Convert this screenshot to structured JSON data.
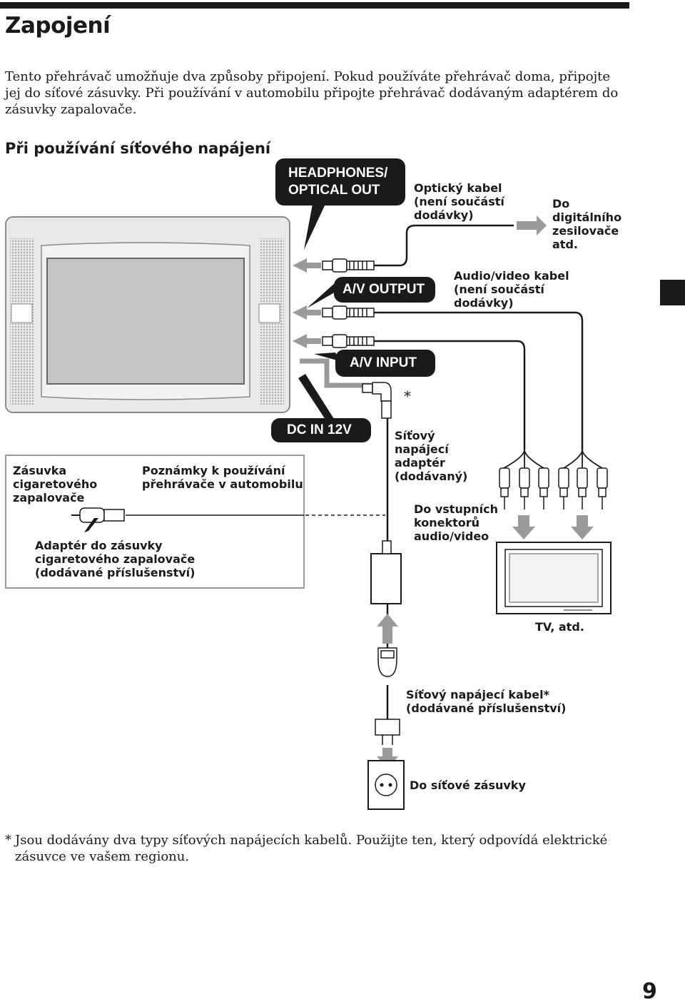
{
  "page": {
    "title": "Zapojení",
    "intro": "Tento přehrávač umožňuje dva způsoby připojení. Pokud používáte přehrávač doma, připojte jej do síťové zásuvky. Při používání v automobilu připojte přehrávač dodávaným adaptérem do zásuvky zapalovače.",
    "subheading": "Při používání síťového napájení",
    "page_number": "9",
    "footnote_mark": "*",
    "footnote_text": "Jsou dodávány dva typy síťových napájecích kabelů. Použijte ten, který odpovídá elektrické zásuvce ve vašem regionu."
  },
  "diagram": {
    "port_headphones_line1": "HEADPHONES/",
    "port_headphones_line2": "OPTICAL OUT",
    "port_av_output": "A/V OUTPUT",
    "port_av_input": "A/V INPUT",
    "port_dc_in": "DC IN 12V",
    "optical_cable": [
      "Optický kabel",
      "(není součástí",
      "dodávky)"
    ],
    "to_amplifier": [
      "Do",
      "digitálního",
      "zesilovače",
      "atd."
    ],
    "av_cable": [
      "Audio/video kabel",
      "(není součástí",
      "dodávky)"
    ],
    "asterisk": "*",
    "ac_adapter": [
      "Síťový",
      "napájecí",
      "adaptér",
      "(dodávaný)"
    ],
    "to_av_inputs": [
      "Do vstupních",
      "konektorů",
      "audio/video"
    ],
    "tv_label": "TV, atd.",
    "power_cord": [
      "Síťový napájecí kabel*",
      "(dodávané příslušenství)"
    ],
    "to_wall_outlet": "Do síťové zásuvky"
  },
  "car_note": {
    "socket": [
      "Zásuvka",
      "cigaretového",
      "zapalovače"
    ],
    "title": [
      "Poznámky k používání",
      "přehrávače v automobilu"
    ],
    "adapter": [
      "Adaptér do zásuvky",
      "cigaretového zapalovače",
      "(dodávané příslušenství)"
    ]
  },
  "colors": {
    "ink": "#1a1a1a",
    "gray": "#9a9a9a",
    "light_gray": "#d8d8d8",
    "screen": "#bdbdbd"
  }
}
